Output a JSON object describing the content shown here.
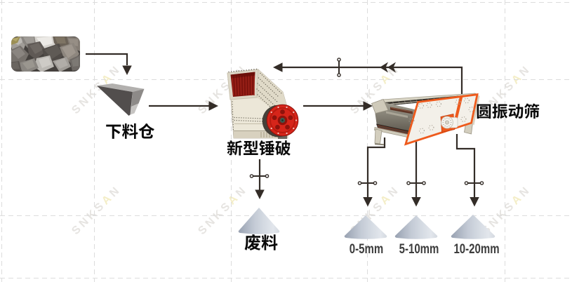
{
  "diagram": {
    "kind": "stone-crushing-plant-flow",
    "stages": {
      "raw_material": {
        "id": "raw-material",
        "label": "",
        "description_icon": "rock-pile-photo"
      },
      "hopper": {
        "id": "hopper",
        "label": "下料仓"
      },
      "crusher": {
        "id": "crusher",
        "label": "新型锤破"
      },
      "screen": {
        "id": "screen",
        "label": "圆振动筛"
      },
      "waste": {
        "id": "waste",
        "label": "废料"
      },
      "product_fine": {
        "id": "product-fine",
        "label": "0-5mm"
      },
      "product_medium": {
        "id": "product-medium",
        "label": "5-10mm"
      },
      "product_coarse": {
        "id": "product-coarse",
        "label": "10-20mm"
      }
    },
    "flows": [
      {
        "from": "raw-material",
        "to": "hopper"
      },
      {
        "from": "hopper",
        "to": "crusher"
      },
      {
        "from": "crusher",
        "to": "screen"
      },
      {
        "from": "screen",
        "to": "crusher",
        "note": "oversize-return"
      },
      {
        "from": "crusher",
        "to": "waste"
      },
      {
        "from": "screen",
        "to": "product-fine"
      },
      {
        "from": "screen",
        "to": "product-medium"
      },
      {
        "from": "screen",
        "to": "product-coarse"
      }
    ]
  },
  "watermark": {
    "full": "SNKSAN",
    "prefix": "SNKS",
    "accent": "A",
    "suffix": "N"
  },
  "colors": {
    "background": "#ffffff",
    "grid_dash": "#dcdcdc",
    "flow_line": "#332c27",
    "label_black": "#0a0a0a",
    "product_label": "#3d3d3d",
    "machine_orange": "#ee5a1c",
    "machine_red": "#d6251a",
    "machine_cream": "#ece7d8",
    "cone_gray_blue": "#c2c9d3",
    "watermark_gray": "#e7e5e2",
    "watermark_accent": "#f2ecc2"
  }
}
